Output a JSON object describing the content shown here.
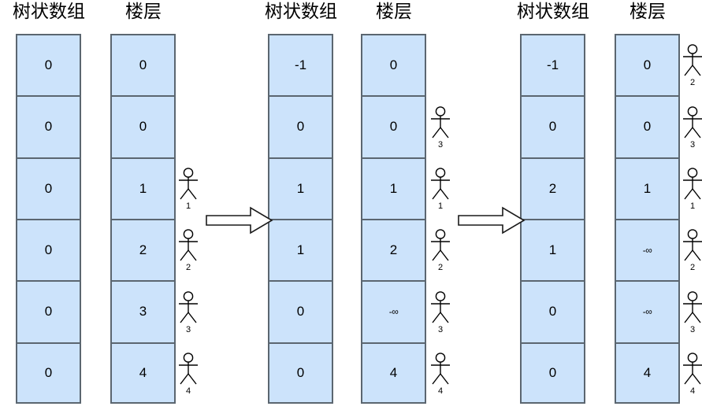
{
  "diagram": {
    "title_tree_array": "树状数组",
    "title_floor": "楼层",
    "arrow_label": "transition-arrow",
    "neg_inf": "-∞",
    "colors": {
      "cell_fill": "#cce3fb",
      "cell_border": "#5b6670",
      "text": "#000000",
      "background": "#ffffff"
    },
    "groups": [
      {
        "name": "state-initial",
        "tree_array": {
          "label": "树状数组",
          "values": [
            "0",
            "0",
            "0",
            "0",
            "0",
            "0"
          ]
        },
        "floor": {
          "label": "楼层",
          "values": [
            "0",
            "0",
            "1",
            "2",
            "3",
            "4"
          ]
        },
        "people": [
          {
            "row": 3,
            "label": "1"
          },
          {
            "row": 4,
            "label": "2"
          },
          {
            "row": 5,
            "label": "3"
          },
          {
            "row": 6,
            "label": "4"
          }
        ]
      },
      {
        "name": "state-middle",
        "tree_array": {
          "label": "树状数组",
          "values": [
            "-1",
            "0",
            "1",
            "1",
            "0",
            "0"
          ]
        },
        "floor": {
          "label": "楼层",
          "values": [
            "0",
            "0",
            "1",
            "2",
            "-∞",
            "4"
          ]
        },
        "people": [
          {
            "row": 2,
            "label": "3"
          },
          {
            "row": 3,
            "label": "1"
          },
          {
            "row": 4,
            "label": "2"
          },
          {
            "row": 5,
            "label": "3"
          },
          {
            "row": 6,
            "label": "4"
          }
        ]
      },
      {
        "name": "state-final",
        "tree_array": {
          "label": "树状数组",
          "values": [
            "-1",
            "0",
            "2",
            "1",
            "0",
            "0"
          ]
        },
        "floor": {
          "label": "楼层",
          "values": [
            "0",
            "0",
            "1",
            "-∞",
            "-∞",
            "4"
          ]
        },
        "people": [
          {
            "row": 1,
            "label": "2"
          },
          {
            "row": 2,
            "label": "3"
          },
          {
            "row": 3,
            "label": "1"
          },
          {
            "row": 4,
            "label": "2"
          },
          {
            "row": 5,
            "label": "3"
          },
          {
            "row": 6,
            "label": "4"
          }
        ]
      }
    ],
    "arrows": [
      {
        "name": "arrow-1-to-2"
      },
      {
        "name": "arrow-2-to-3"
      }
    ]
  }
}
